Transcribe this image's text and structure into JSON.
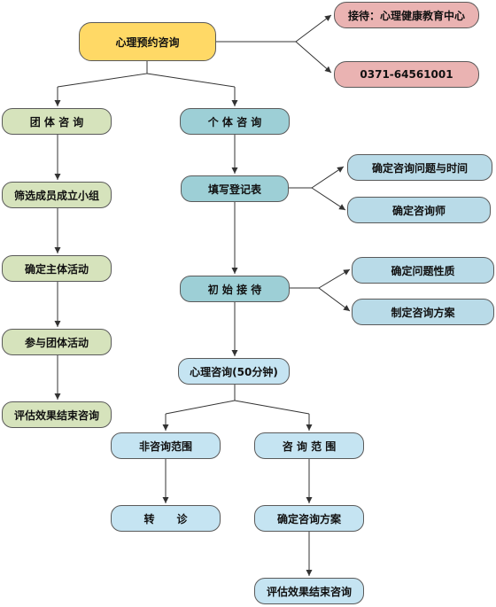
{
  "diagram": {
    "nodes": {
      "root": "心理预约咨询",
      "reception": "接待：心理健康教育中心",
      "phone": "0371-64561001",
      "group": "团 体 咨 询",
      "individual": "个 体 咨 询",
      "screen_members": "筛选成员成立小组",
      "confirm_theme": "确定主体活动",
      "join_activity": "参与团体活动",
      "evaluate_group": "评估效果结束咨询",
      "fill_form": "填写登记表",
      "confirm_issue_time": "确定咨询问题与时间",
      "confirm_counselor": "确定咨询师",
      "initial_reception": "初 始 接 待",
      "confirm_nature": "确定问题性质",
      "make_plan": "制定咨询方案",
      "counseling_50": "心理咨询(50分钟)",
      "out_of_scope": "非咨询范围",
      "in_scope": "咨 询 范 围",
      "referral": "转      诊",
      "confirm_plan": "确定咨询方案",
      "evaluate_individual": "评估效果结束咨询"
    }
  }
}
